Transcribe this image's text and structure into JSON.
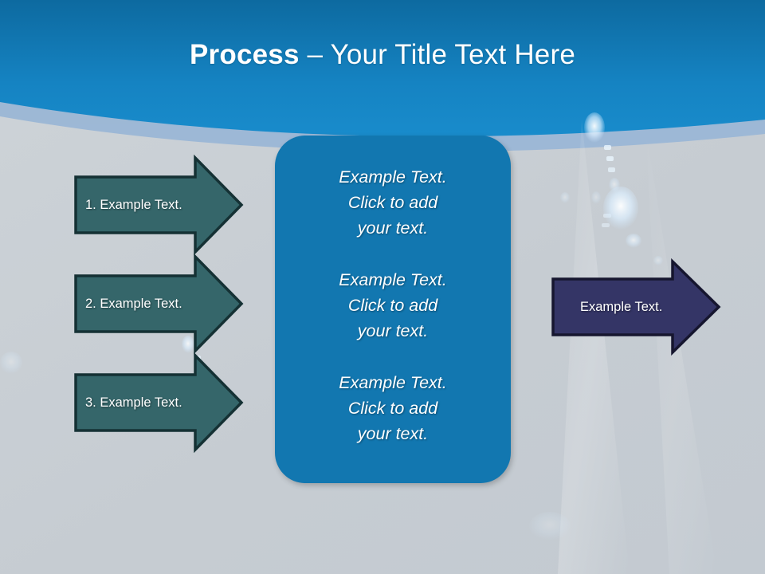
{
  "slide": {
    "title": {
      "bold_part": "Process ",
      "light_part": "– Your Title Text Here"
    },
    "background": {
      "body_color": "#c8ced4",
      "header_top_color": "#0e6ca2",
      "header_bottom_color": "#1b91d2",
      "band_color": "#a7bcd7"
    },
    "left_arrows": {
      "fill_color": "#35666a",
      "stroke_color": "#163235",
      "items": [
        {
          "label": "1. Example Text."
        },
        {
          "label": "2. Example Text."
        },
        {
          "label": "3. Example Text."
        }
      ]
    },
    "center_panel": {
      "fill_color": "#1277b0",
      "blocks": [
        {
          "text": "Example Text.\nClick  to add\nyour text."
        },
        {
          "text": "Example Text.\nClick  to add\nyour text."
        },
        {
          "text": "Example Text.\nClick  to add\nyour text."
        }
      ]
    },
    "right_arrow": {
      "fill_color": "#343566",
      "stroke_color": "#16162f",
      "label": "Example Text."
    }
  }
}
